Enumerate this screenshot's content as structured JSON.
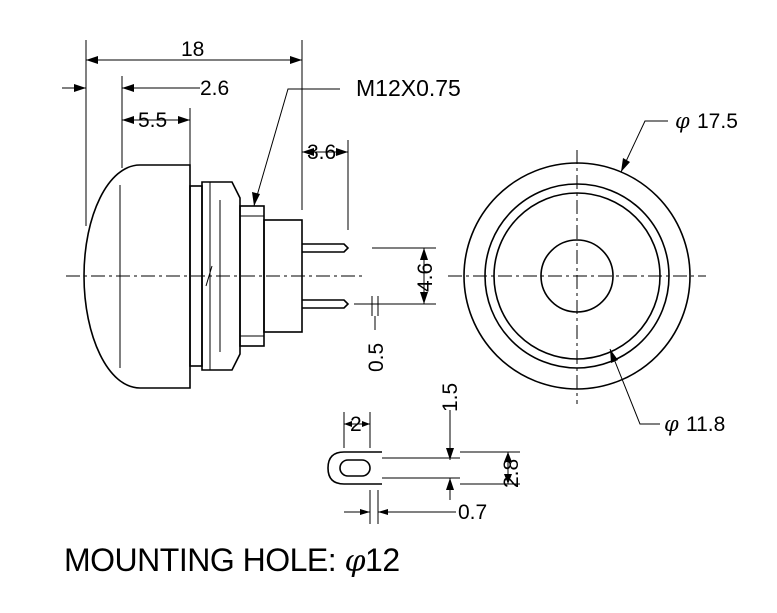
{
  "side_view": {
    "dim_overall_length": "18",
    "dim_body_offset": "2.6",
    "dim_cap_depth": "5.5",
    "thread_label": "M12X0.75",
    "dim_terminal_length": "3.6",
    "dim_pin_spacing": "4.6",
    "dim_pin_thickness": "0.5"
  },
  "front_view": {
    "outer_diameter_symbol": "φ",
    "outer_diameter": "17.5",
    "inner_diameter_symbol": "φ",
    "inner_diameter": "11.8"
  },
  "terminal_detail": {
    "dim_width": "2",
    "dim_hole": "1.5",
    "dim_height": "2.8",
    "dim_gap": "0.7"
  },
  "mounting_note": {
    "label": "MOUNTING HOLE:",
    "symbol": "φ",
    "value": "12"
  }
}
